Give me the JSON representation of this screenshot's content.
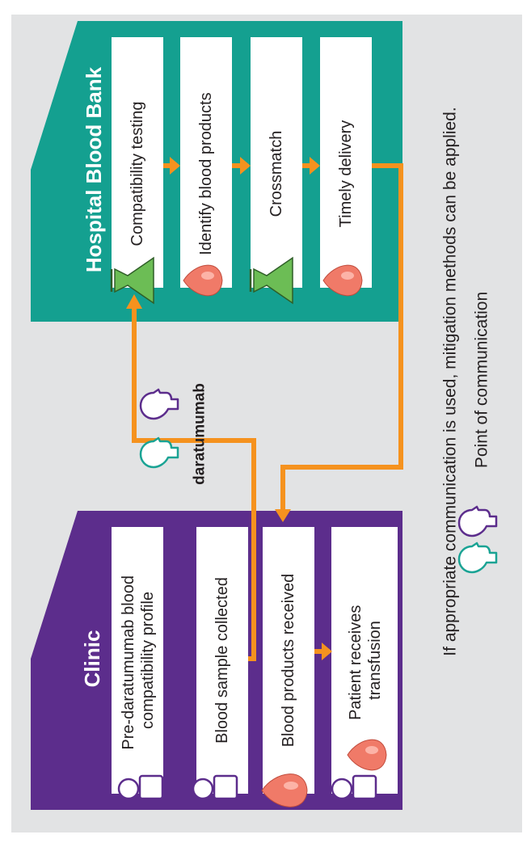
{
  "colors": {
    "background": "#e2e3e4",
    "clinic": "#5c2d8c",
    "blood_bank": "#14a090",
    "arrow": "#f5921e",
    "box": "#ffffff",
    "drop_fill": "#f07a68",
    "flask_fill": "#6cbd55",
    "person_outline": "#5c2d8c",
    "head_teal": "#1aa394",
    "head_purple": "#5c2d8c"
  },
  "clinic": {
    "title": "Clinic",
    "steps": [
      {
        "line1": "Pre-daratumumab blood",
        "line2": "compatibility profile",
        "icon": "person-icon"
      },
      {
        "line1": "Blood sample collected",
        "line2": "",
        "icon": "person-icon"
      },
      {
        "line1": "Blood products received",
        "line2": "",
        "icon": "blood-drop-icon"
      },
      {
        "line1": "Patient receives",
        "line2": "transfusion",
        "icon": "person-icon"
      }
    ]
  },
  "blood_bank": {
    "title": "Hospital Blood Bank",
    "steps": [
      {
        "line1": "Compatibility testing",
        "icon": "flask-icon"
      },
      {
        "line1": "Identify blood products",
        "icon": "blood-drop-icon"
      },
      {
        "line1": "Crossmatch",
        "icon": "flask-icon"
      },
      {
        "line1": "Timely delivery",
        "icon": "blood-drop-icon"
      }
    ]
  },
  "communication": {
    "label": "daratumumab"
  },
  "footer": {
    "note": "If appropriate communication is used, mitigation methods can be applied.",
    "legend_label": "Point of communication"
  }
}
